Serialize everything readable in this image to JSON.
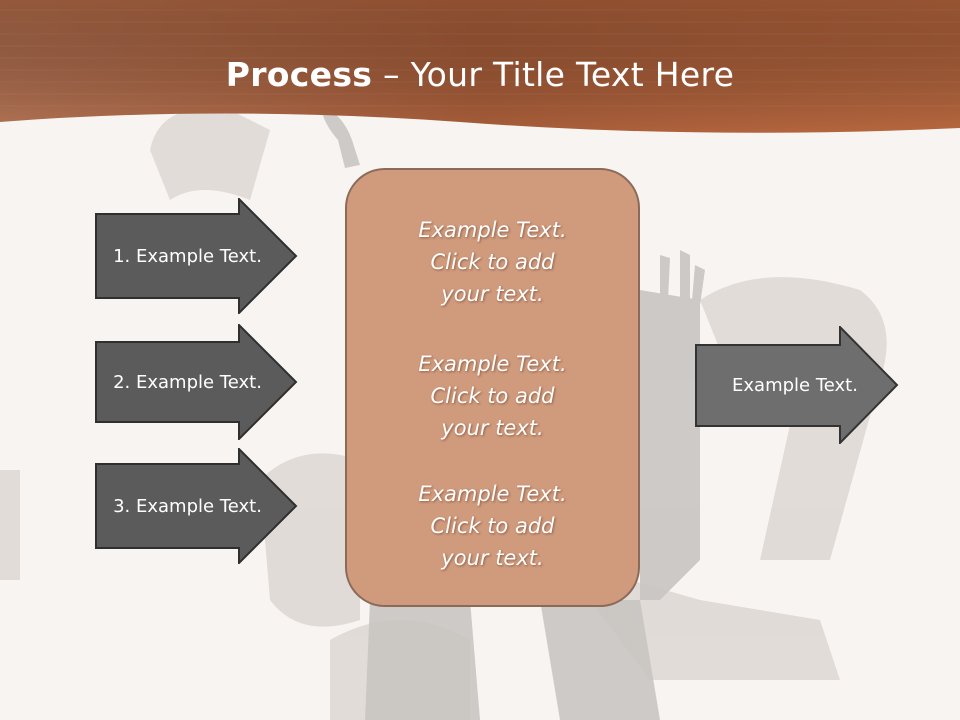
{
  "slide": {
    "title_bold": "Process",
    "title_rest": " – Your Title Text Here"
  },
  "left_arrows": [
    {
      "label": "1. Example Text."
    },
    {
      "label": "2. Example Text."
    },
    {
      "label": "3. Example Text."
    }
  ],
  "center_box": {
    "blocks": [
      {
        "line1": "Example Text.",
        "line2": "Click  to add",
        "line3": "your text."
      },
      {
        "line1": "Example Text.",
        "line2": "Click  to add",
        "line3": "your text."
      },
      {
        "line1": "Example Text.",
        "line2": "Click  to add",
        "line3": "your text."
      }
    ]
  },
  "right_arrow": {
    "label": "Example Text."
  },
  "colors": {
    "header": "#b4643a",
    "arrow_dark": "#5a5a5a",
    "arrow_light": "#6e6e6e",
    "box_fill": "#d09a7c"
  }
}
